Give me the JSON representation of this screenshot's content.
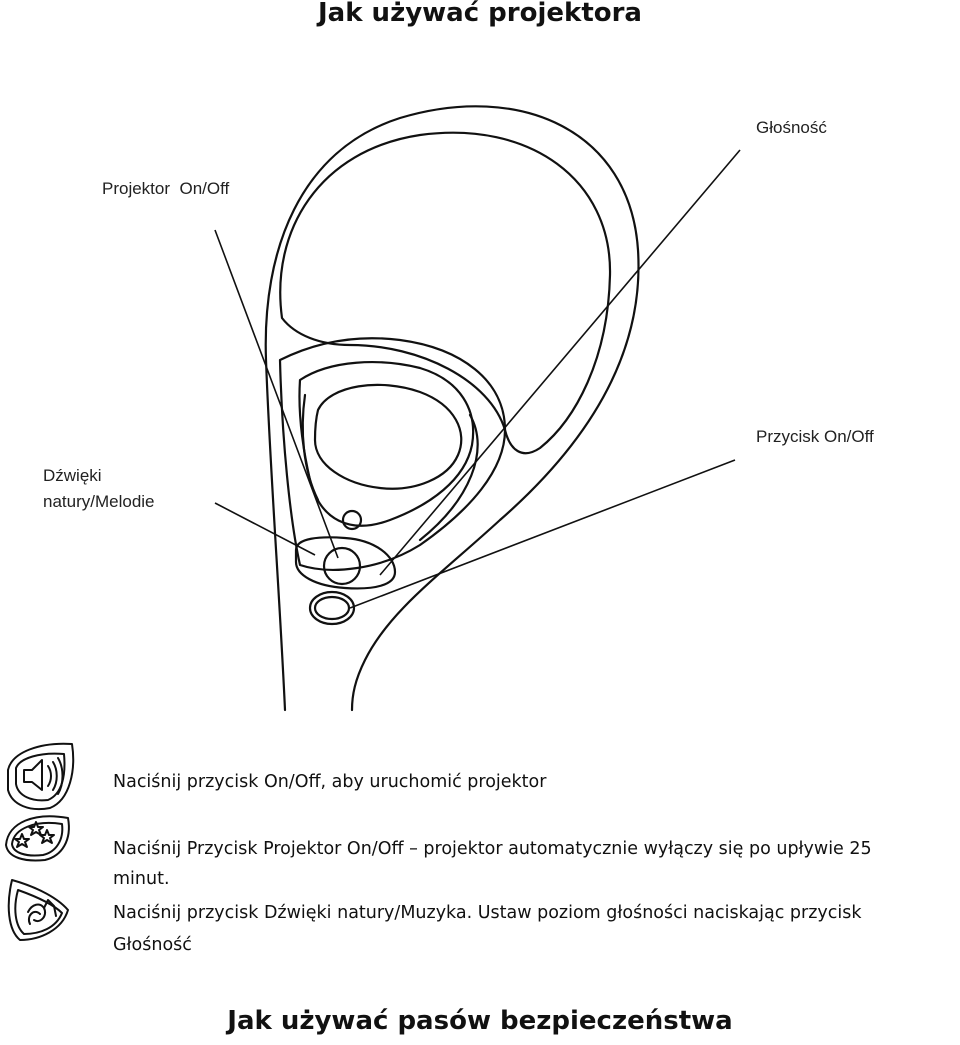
{
  "title": "Jak używać projektora",
  "callouts": {
    "volume": "Głośność",
    "projector_onoff": "Projektor  On/Off",
    "power_onoff": "Przycisk On/Off",
    "nature_sounds_line1": "Dźwięki",
    "nature_sounds_line2": "natury/Melodie"
  },
  "instructions": {
    "step1": "Naciśnij przycisk On/Off, aby uruchomić projektor",
    "step2_line1": "Naciśnij Przycisk Projektor On/Off – projektor automatycznie wyłączy się po upływie 25",
    "step2_line2": "minut.",
    "step3_line1": "Naciśnij przycisk Dźwięki natury/Muzyka. Ustaw poziom głośności naciskając przycisk",
    "step3_line2": "Głośność"
  },
  "icons": {
    "step1": "speaker-icon",
    "step2": "stars-icon",
    "step3": "music-note-icon"
  },
  "next_section_title": "Jak używać pasów bezpieczeństwa"
}
